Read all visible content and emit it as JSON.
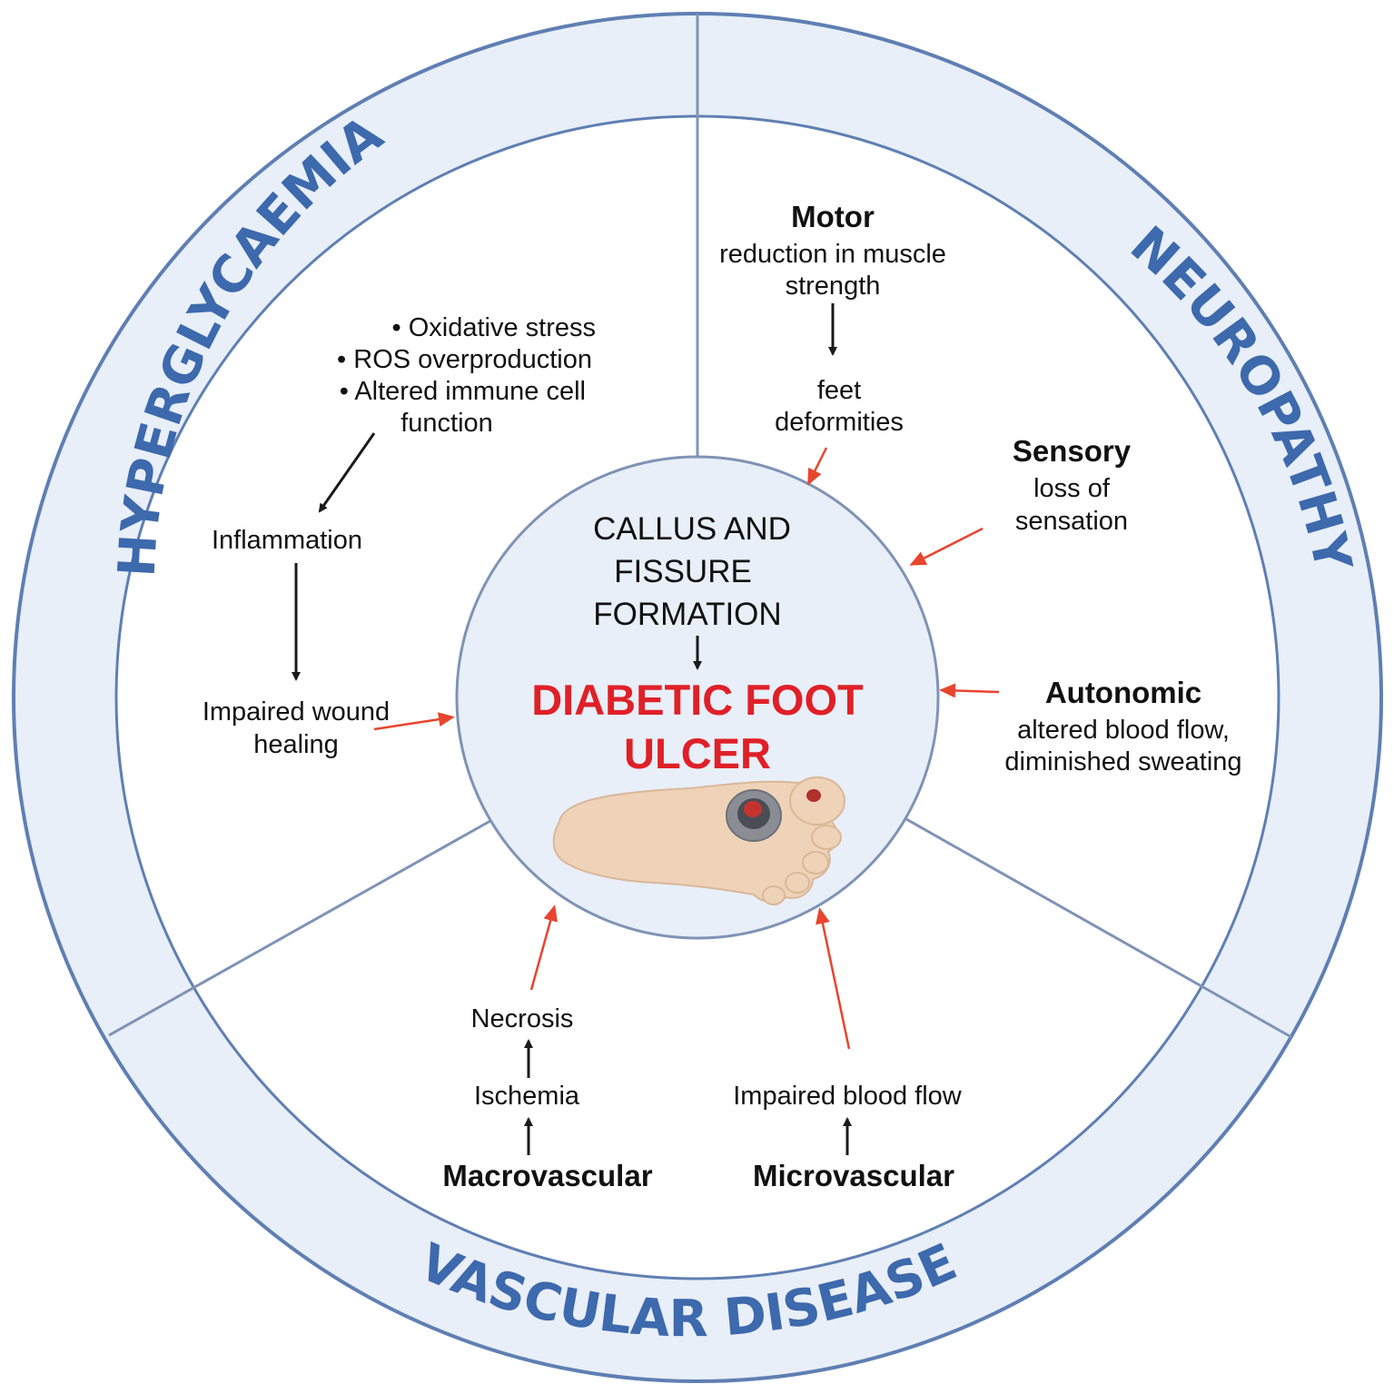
{
  "colors": {
    "ring": "#5f7fb3",
    "ring_fill": "#e8eff8",
    "label_blue": "#3d69ad",
    "red": "#e02028",
    "arrow_red": "#e8452e",
    "arrow_black": "#1a1a1a"
  },
  "ring_labels": {
    "hyperglycaemia": "HYPERGLYCAEMIA",
    "neuropathy": "NEUROPATHY",
    "vascular": "VASCULAR DISEASE"
  },
  "hyperglycaemia": {
    "bullets": [
      "• Oxidative stress",
      "• ROS overproduction",
      "• Altered immune cell"
    ],
    "bullet_cont": "function",
    "inflammation": "Inflammation",
    "impaired_1": "Impaired wound",
    "impaired_2": "healing"
  },
  "neuropathy": {
    "motor_title": "Motor",
    "motor_1": "reduction in muscle",
    "motor_2": "strength",
    "feet_1": "feet",
    "feet_2": "deformities",
    "sensory_title": "Sensory",
    "sensory_1": "loss of",
    "sensory_2": "sensation",
    "autonomic_title": "Autonomic",
    "autonomic_1": "altered blood flow,",
    "autonomic_2": "diminished sweating"
  },
  "center": {
    "callus_1": "CALLUS AND",
    "callus_2": "FISSURE",
    "callus_3": "FORMATION",
    "ulcer_1": "DIABETIC FOOT",
    "ulcer_2": "ULCER"
  },
  "vascular": {
    "necrosis": "Necrosis",
    "ischemia": "Ischemia",
    "macro": "Macrovascular",
    "impaired_flow": "Impaired blood flow",
    "micro": "Microvascular"
  }
}
